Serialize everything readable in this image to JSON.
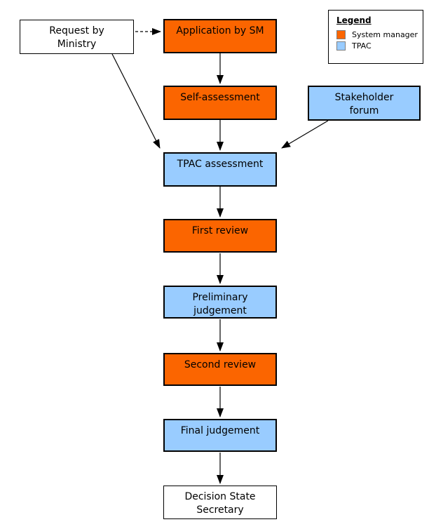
{
  "diagram": {
    "nodes": {
      "request": {
        "label": "Request by\nMinistry",
        "role": "other"
      },
      "application": {
        "label": "Application by SM",
        "role": "system-manager"
      },
      "self_assessment": {
        "label": "Self-assessment",
        "role": "system-manager"
      },
      "stakeholder": {
        "label": "Stakeholder\nforum",
        "role": "tpac"
      },
      "tpac_assessment": {
        "label": "TPAC assessment",
        "role": "tpac"
      },
      "first_review": {
        "label": "First review",
        "role": "system-manager"
      },
      "preliminary": {
        "label": "Preliminary\njudgement",
        "role": "tpac"
      },
      "second_review": {
        "label": "Second review",
        "role": "system-manager"
      },
      "final_judgement": {
        "label": "Final judgement",
        "role": "tpac"
      },
      "decision": {
        "label": "Decision State\nSecretary",
        "role": "other"
      }
    },
    "edges": [
      {
        "from": "request",
        "to": "application",
        "style": "dashed"
      },
      {
        "from": "application",
        "to": "self_assessment",
        "style": "solid"
      },
      {
        "from": "self_assessment",
        "to": "tpac_assessment",
        "style": "solid"
      },
      {
        "from": "request",
        "to": "tpac_assessment",
        "style": "solid"
      },
      {
        "from": "stakeholder",
        "to": "tpac_assessment",
        "style": "solid"
      },
      {
        "from": "tpac_assessment",
        "to": "first_review",
        "style": "solid"
      },
      {
        "from": "first_review",
        "to": "preliminary",
        "style": "solid"
      },
      {
        "from": "preliminary",
        "to": "second_review",
        "style": "solid"
      },
      {
        "from": "second_review",
        "to": "final_judgement",
        "style": "solid"
      },
      {
        "from": "final_judgement",
        "to": "decision",
        "style": "solid"
      }
    ],
    "legend": {
      "title": "Legend",
      "items": [
        {
          "label": "System manager",
          "color": "#FB6500"
        },
        {
          "label": "TPAC",
          "color": "#99CCFF"
        }
      ]
    },
    "colors": {
      "system_manager": "#FB6500",
      "tpac": "#99CCFF",
      "plain": "#FFFFFF",
      "line": "#000000"
    }
  }
}
